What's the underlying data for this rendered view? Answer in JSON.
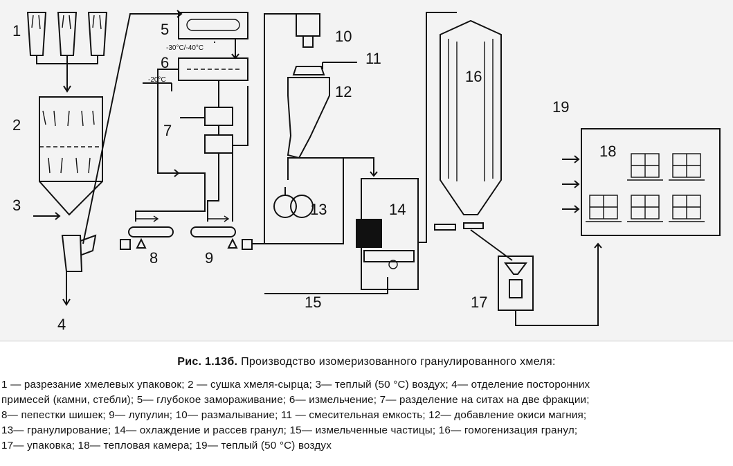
{
  "figure": {
    "temps": {
      "freeze": "-30°C/-40°C",
      "mill": "-20°C"
    },
    "labels": [
      "1",
      "2",
      "3",
      "4",
      "5",
      "6",
      "7",
      "8",
      "9",
      "10",
      "11",
      "12",
      "13",
      "14",
      "15",
      "16",
      "17",
      "18",
      "19"
    ]
  },
  "caption": {
    "number": "Рис. 1.13б.",
    "title": "Производство изомеризованного гранулированного хмеля:"
  },
  "legend": {
    "lines": [
      "1 — разрезание хмелевых упаковок; 2 — сушка хмеля-сырца; 3— теплый (50 °С) воздух; 4— отделение посторонних",
      "примесей (камни, стебли); 5— глубокое замораживание; 6— измельчение; 7— разделение на ситах на две фракции;",
      "8— пепестки шишек; 9— лупулин; 10— размалывание; 11 — смесительная емкость; 12— добавление окиси магния;",
      "13— гранулирование; 14— охлаждение и рассев гранул; 15— измельченные частицы; 16— гомогенизация гранул;",
      "17— упаковка; 18— тепловая камера; 19— теплый (50 °С) воздух"
    ]
  }
}
